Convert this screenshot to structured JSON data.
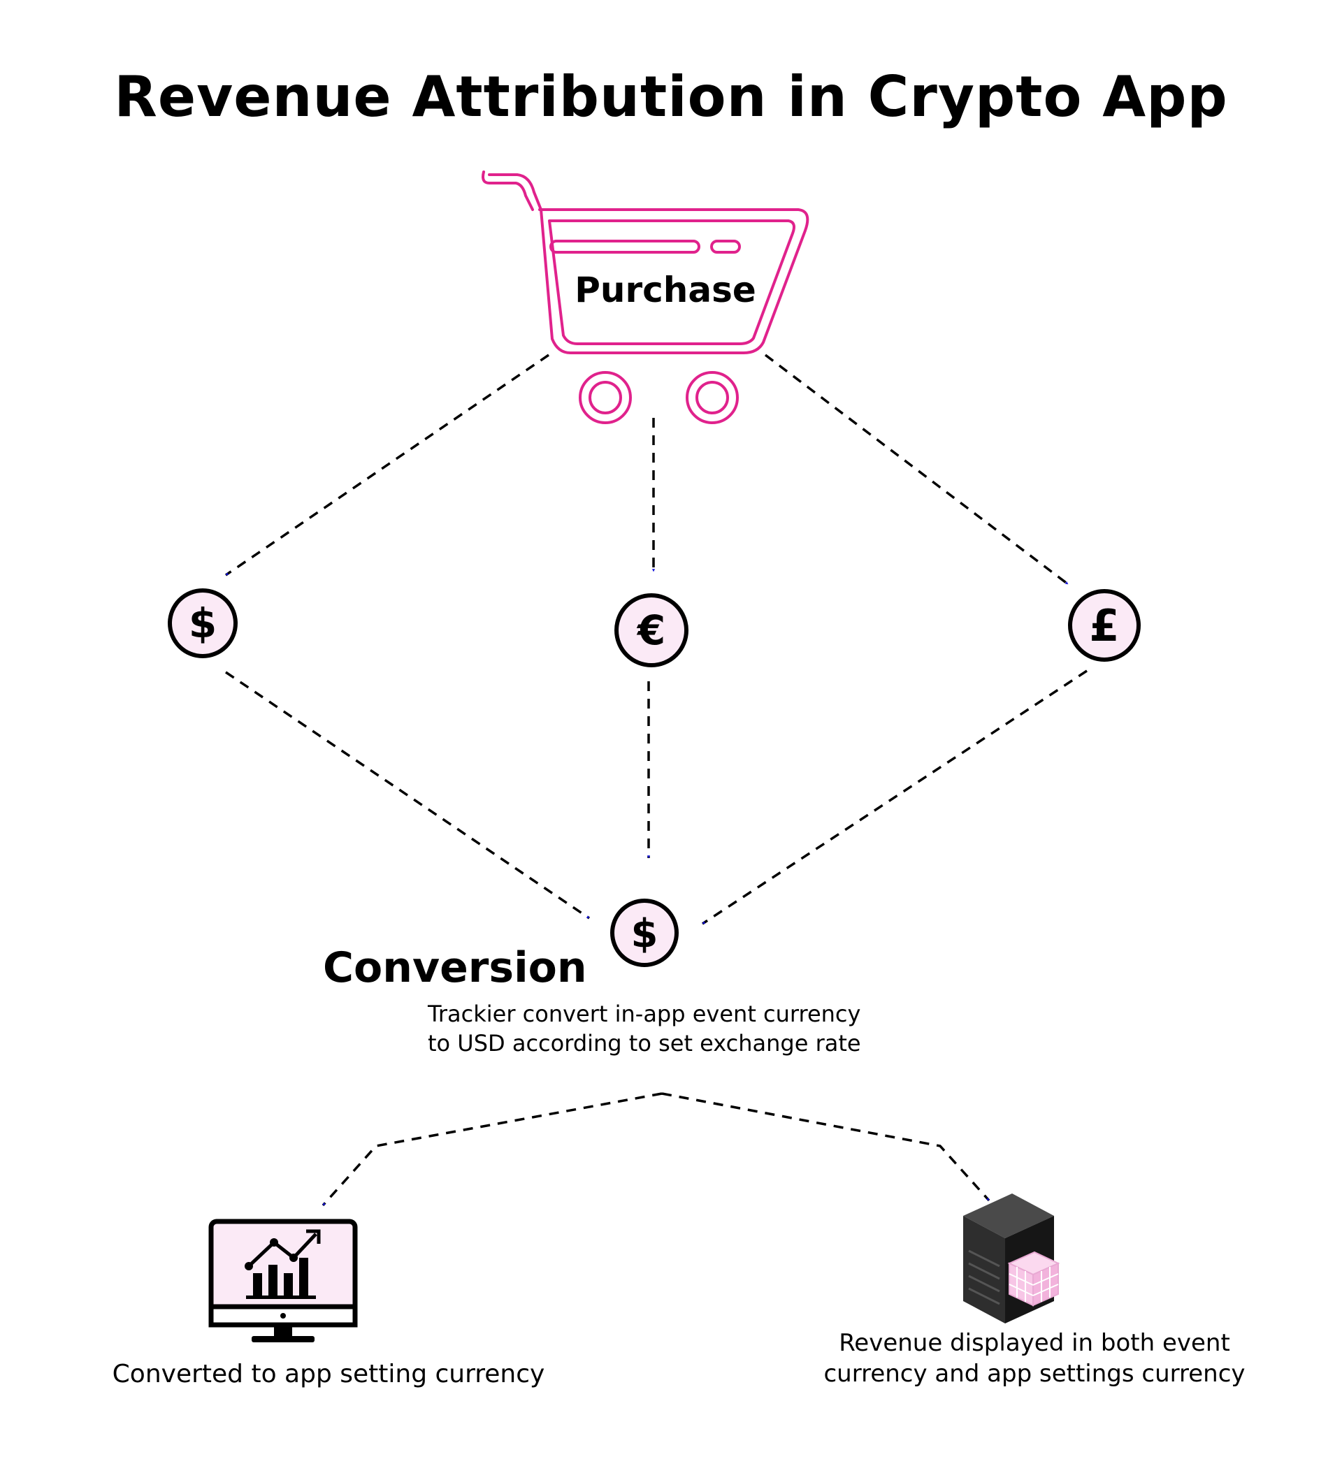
{
  "title": "Revenue Attribution in Crypto App",
  "purchase": {
    "label": "Purchase",
    "icon": "shopping-cart-icon",
    "color": "#e0228c"
  },
  "currencies": {
    "left": {
      "symbol": "$",
      "icon": "dollar-coin-icon"
    },
    "middle": {
      "symbol": "€",
      "icon": "euro-coin-icon"
    },
    "right": {
      "symbol": "£",
      "icon": "pound-coin-icon"
    }
  },
  "conversion": {
    "symbol": "$",
    "heading": "Conversion",
    "description_lines": [
      "Trackier convert in-app event currency",
      "to USD according to set exchange rate"
    ]
  },
  "outputs": {
    "left": {
      "icon": "monitor-chart-icon",
      "caption": "Converted to app setting currency"
    },
    "right": {
      "icon": "server-icon",
      "caption_lines": [
        "Revenue displayed in both event",
        "currency and app settings currency"
      ]
    }
  },
  "colors": {
    "arrow": "#0f0fd9",
    "coin_fill": "#fbeaf6",
    "accent": "#e0228c",
    "pink_cube": "#f7c6e6"
  }
}
